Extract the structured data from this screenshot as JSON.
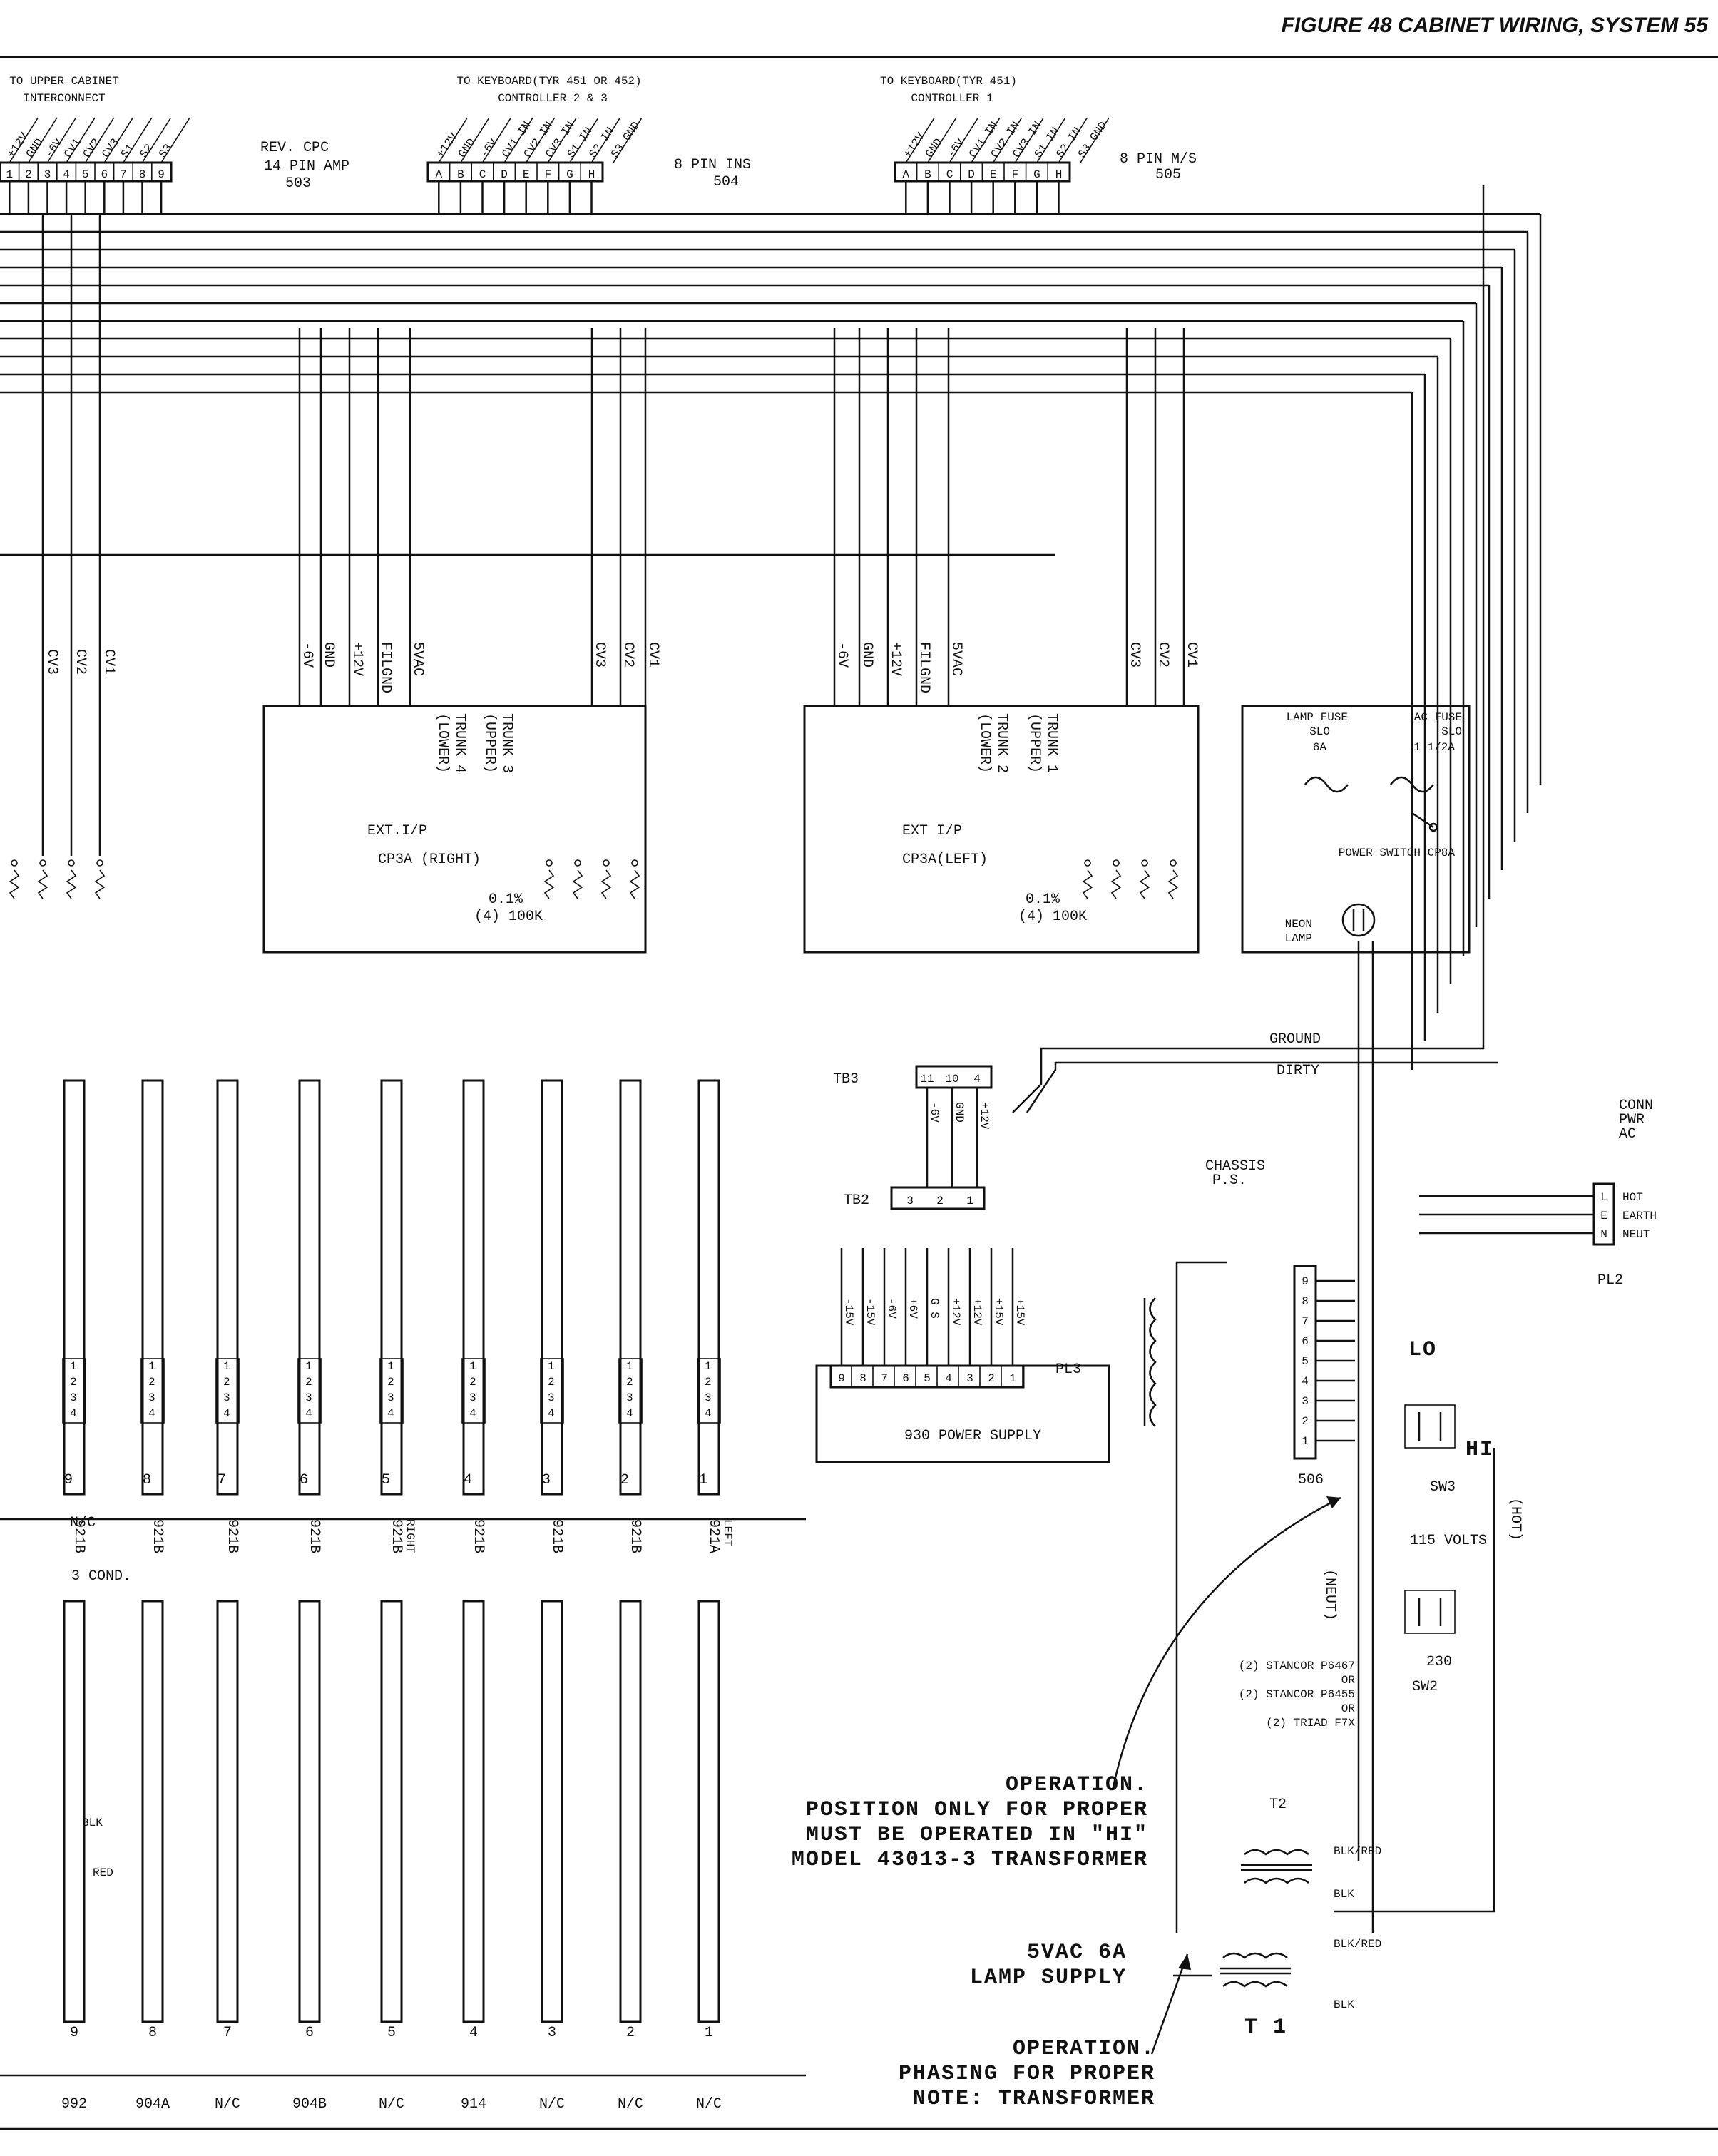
{
  "figure_caption": "FIGURE 48 CABINET WIRING, SYSTEM 55",
  "note": {
    "lines": [
      "NOTE: TRANSFORMER",
      "PHASING FOR PROPER",
      "OPERATION."
    ]
  },
  "transformer_note": {
    "lines": [
      "MODEL 43013-3 TRANSFORMER",
      "MUST BE OPERATED IN \"HI\"",
      "POSITION ONLY FOR PROPER",
      "OPERATION."
    ]
  },
  "lamp_supply": {
    "lines": [
      "LAMP SUPPLY",
      "5VAC 6A"
    ]
  },
  "transformers": {
    "t1": "T 1",
    "t2": "T2",
    "t2_options": [
      "(2) TRIAD F7X",
      "OR",
      "(2) STANCOR P6455",
      "OR",
      "(2) STANCOR P6467"
    ]
  },
  "wire_colors": [
    "BLK",
    "BLK/RED",
    "BLK",
    "BLK/RED"
  ],
  "switches": {
    "sw2": "SW2",
    "sw2_230": "230",
    "sw2_115": "115 VOLTS",
    "sw3": "SW3",
    "hi": "HI",
    "lo": "LO",
    "neut": "(NEUT)",
    "hot": "(HOT)"
  },
  "connector_506": {
    "label": "506",
    "pins": [
      "1",
      "2",
      "3",
      "4",
      "5",
      "6",
      "7",
      "8",
      "9"
    ]
  },
  "pl2": {
    "label": "PL2",
    "pins": [
      "N",
      "E",
      "L"
    ],
    "pin_labels": [
      "NEUT",
      "EARTH",
      "HOT"
    ],
    "conn_label": [
      "AC",
      "PWR",
      "CONN"
    ]
  },
  "power_supply": {
    "label": "930 POWER SUPPLY",
    "pl3": "PL3",
    "pins": [
      "1",
      "2",
      "3",
      "4",
      "5",
      "6",
      "7",
      "8",
      "9"
    ],
    "pin_labels": [
      "+15V",
      "+15V",
      "+12V",
      "+12V",
      "G S",
      "+6V",
      "-6V",
      "-15V",
      "-15V"
    ]
  },
  "chassis": {
    "label": [
      "P.S.",
      "CHASSIS"
    ]
  },
  "tb2": {
    "label": "TB2",
    "pins": [
      "1",
      "2",
      "3"
    ]
  },
  "tb3": {
    "label": "TB3",
    "pins": [
      "4",
      "10",
      "11"
    ],
    "wires": [
      "+12V",
      "GND",
      "-6V"
    ]
  },
  "ground": {
    "dirty": "DIRTY",
    "ground": "GROUND"
  },
  "ac_fuse": {
    "label": [
      "AC FUSE",
      "SLO",
      "1 1/2A"
    ]
  },
  "lamp_fuse": {
    "label": [
      "LAMP FUSE",
      "SLO",
      "6A"
    ]
  },
  "cp8a": {
    "power_switch": "POWER SWITCH CP8A",
    "neon_lamp": [
      "NEON",
      "LAMP"
    ]
  },
  "cp3a_left": {
    "label": "CP3A(LEFT)",
    "ext": "EXT I/P",
    "resistor": [
      "(4) 100K",
      "0.1%"
    ],
    "trunk1": [
      "TRUNK 1",
      "(UPPER)"
    ],
    "trunk2": [
      "TRUNK 2",
      "(LOWER)"
    ],
    "wires": [
      "-6V",
      "GND",
      "+12V",
      "FILGND",
      "5VAC",
      "CV3",
      "CV2",
      "CV1"
    ]
  },
  "cp3a_right": {
    "label": "CP3A (RIGHT)",
    "ext": "EXT.I/P",
    "resistor": [
      "(4) 100K",
      "0.1%"
    ],
    "trunk3": [
      "TRUNK 3",
      "(UPPER)"
    ],
    "trunk4": [
      "TRUNK 4",
      "(LOWER)"
    ],
    "wires": [
      "-6V",
      "GND",
      "+12V",
      "FILGND",
      "5VAC",
      "CV3",
      "CV2",
      "CV1"
    ]
  },
  "left_wires": [
    "CV1",
    "CV2",
    "CV3"
  ],
  "connectors_top": {
    "c505": {
      "label": "505",
      "desc": "8 PIN M/S",
      "pins": [
        "A",
        "B",
        "C",
        "D",
        "E",
        "F",
        "G",
        "H"
      ]
    },
    "c504": {
      "label": "504",
      "desc": "8 PIN INS",
      "pins": [
        "A",
        "B",
        "C",
        "D",
        "E",
        "F",
        "G",
        "H"
      ]
    },
    "c503": {
      "label": "503",
      "desc": [
        "14 PIN AMP",
        "REV. CPC"
      ],
      "pins": [
        "1",
        "2",
        "3",
        "4",
        "5",
        "6",
        "7",
        "8",
        "9"
      ]
    }
  },
  "controllers": {
    "ctrl1": {
      "title": "CONTROLLER 1",
      "keyboard": "TO KEYBOARD(TYR 451)",
      "signals": [
        "+12V",
        "GND",
        "-6V",
        "CV1 IN",
        "CV2 IN",
        "CV3 IN",
        "S1 IN",
        "S2 IN",
        "S3 GND"
      ]
    },
    "ctrl2": {
      "title": "CONTROLLER 2 & 3",
      "keyboard": "TO KEYBOARD(TYR 451 OR 452)",
      "signals": [
        "+12V",
        "GND",
        "-6V",
        "CV1 IN",
        "CV2 IN",
        "CV3 IN",
        "S1 IN",
        "S2 IN",
        "S3 GND"
      ]
    },
    "interconnect": {
      "title": "TO UPPER CABINET",
      "subtitle": "INTERCONNECT",
      "signals": [
        "+12V",
        "GND",
        "-6V",
        "CV1",
        "CV2",
        "CV3",
        "S1",
        "S2",
        "S3"
      ]
    }
  },
  "modules_upper": {
    "numbers": [
      "1",
      "2",
      "3",
      "4",
      "5",
      "6",
      "7",
      "8",
      "9"
    ],
    "types": [
      "921A",
      "921B",
      "921B",
      "921B",
      "921B",
      "921B",
      "921B",
      "921B",
      "921B"
    ],
    "notes": [
      "LEFT",
      "",
      "",
      "",
      "RIGHT",
      "",
      "",
      "",
      ""
    ],
    "jack_labels": [
      "1",
      "2",
      "3",
      "4"
    ]
  },
  "modules_lower": {
    "numbers": [
      "1",
      "2",
      "3",
      "4",
      "5",
      "6",
      "7",
      "8",
      "9"
    ],
    "types": [
      "N/C",
      "N/C",
      "N/C",
      "914",
      "N/C",
      "904B",
      "N/C",
      "904A",
      "992"
    ]
  },
  "cable_3cond": "3 COND.",
  "nc_label": "N/C",
  "wire_red": "RED",
  "wire_blk": "BLK"
}
